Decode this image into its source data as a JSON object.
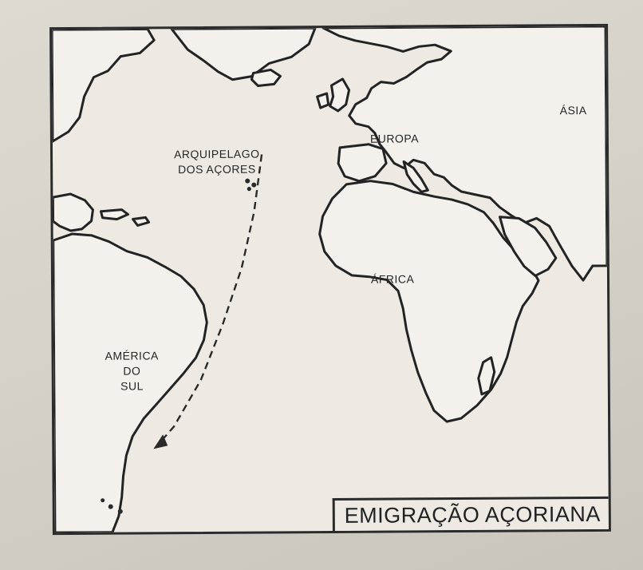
{
  "map": {
    "title": "EMIGRAÇÃO AÇORIANA",
    "labels": {
      "asia": "ÁSIA",
      "europa": "EUROPA",
      "arquipelago_line1": "ARQUIPELAGO",
      "arquipelago_line2": "DOS AÇORES",
      "africa": "ÁFRICA",
      "america_line1": "AMÉRICA",
      "america_line2": "DO",
      "america_line3": "SUL"
    },
    "route": "Açores → Sul do Brasil",
    "colors": {
      "ink": "#232323",
      "paper": "#eeeae3"
    }
  }
}
